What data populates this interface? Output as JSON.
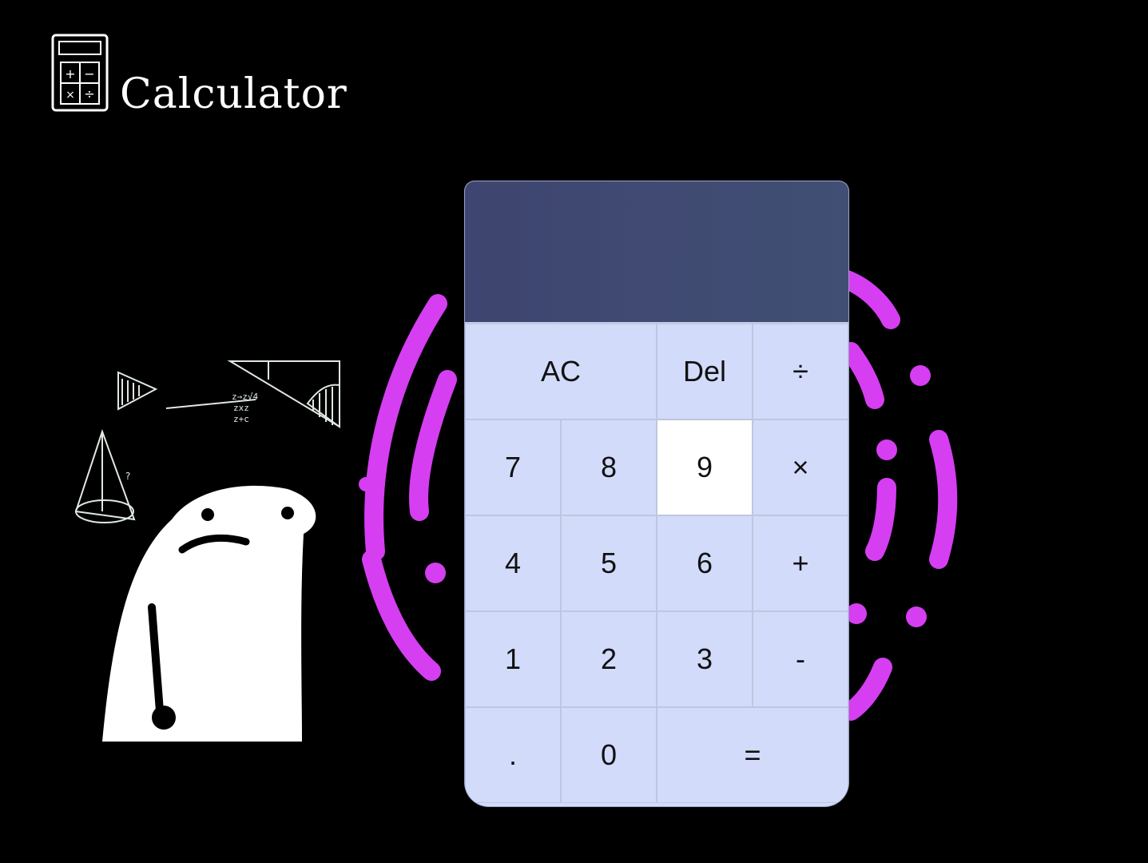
{
  "header": {
    "title": "Calculator",
    "icon": "calculator-icon"
  },
  "display": {
    "value": ""
  },
  "keys": {
    "ac": "AC",
    "del": "Del",
    "divide": "÷",
    "seven": "7",
    "eight": "8",
    "nine": "9",
    "multiply": "×",
    "four": "4",
    "five": "5",
    "six": "6",
    "plus": "+",
    "one": "1",
    "two": "2",
    "three": "3",
    "minus": "-",
    "dot": ".",
    "zero": "0",
    "equals": "="
  },
  "colors": {
    "background": "#000000",
    "display": "#3e4570",
    "keys": "#d3dbfb",
    "accent_ring": "#d23ff0"
  }
}
